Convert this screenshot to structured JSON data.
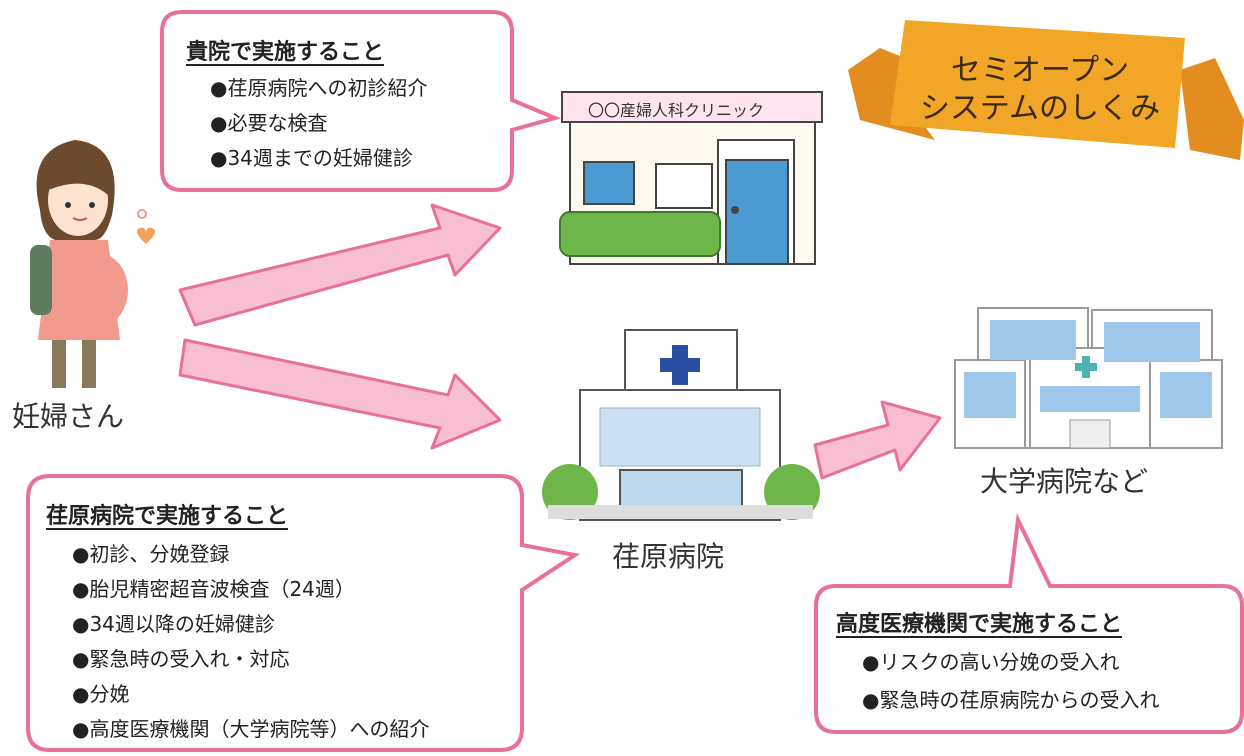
{
  "banner": {
    "line1": "セミオープン",
    "line2": "システムのしくみ",
    "color": "#f2a627",
    "dark_color": "#e38c1f"
  },
  "colors": {
    "callout_border": "#e8709a",
    "arrow_fill": "#f8bfd2",
    "arrow_stroke": "#e8709a"
  },
  "pregnant_woman": {
    "label": "妊婦さん"
  },
  "clinic": {
    "sign": "〇〇産婦人科クリニック"
  },
  "hospital": {
    "label": "荏原病院"
  },
  "university": {
    "label": "大学病院など"
  },
  "callout_clinic": {
    "heading": "貴院で実施すること",
    "items": [
      "●荏原病院への初診紹介",
      "●必要な検査",
      "●34週までの妊婦健診"
    ]
  },
  "callout_hospital": {
    "heading": "荏原病院で実施すること",
    "items": [
      "●初診、分娩登録",
      "●胎児精密超音波検査（24週）",
      "●34週以降の妊婦健診",
      "●緊急時の受入れ・対応",
      "●分娩",
      "●高度医療機関（大学病院等）への紹介"
    ]
  },
  "callout_advanced": {
    "heading": "高度医療機関で実施すること",
    "items": [
      "●リスクの高い分娩の受入れ",
      "●緊急時の荏原病院からの受入れ"
    ]
  }
}
